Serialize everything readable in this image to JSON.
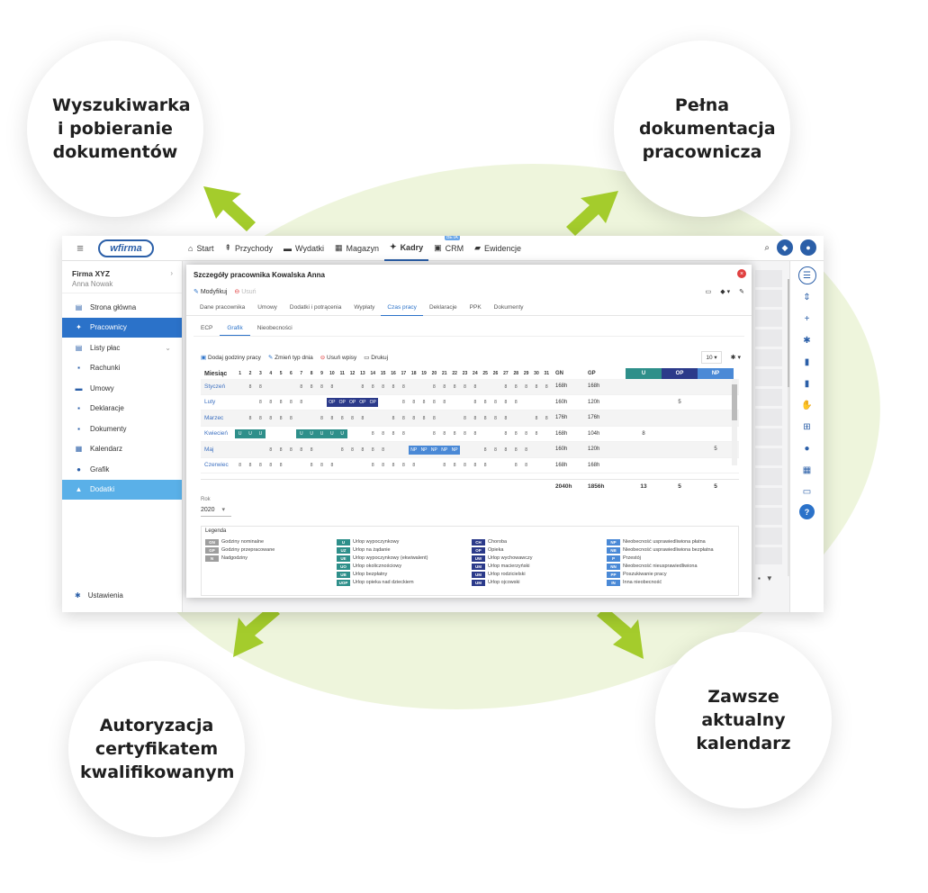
{
  "callouts": {
    "top_left": "Wyszukiwarka i pobieranie dokumentów",
    "top_right": "Pełna dokumentacja pracownicza",
    "bottom_left": "Autoryzacja certyfikatem kwalifikowanym",
    "bottom_right": "Zawsze aktualny kalendarz"
  },
  "colors": {
    "accent": "#2b72c9",
    "arrow": "#a4cc2c",
    "blob": "#eef5dc",
    "teal": "#2e8f8a",
    "navy": "#2b3a8a",
    "blue": "#4a89d6",
    "gray": "#9e9e9e"
  },
  "app": {
    "logo": "wfirma",
    "nav": [
      {
        "label": "Start",
        "icon": "home-icon",
        "glyph": "⌂"
      },
      {
        "label": "Przychody",
        "icon": "income-icon",
        "glyph": "⇞"
      },
      {
        "label": "Wydatki",
        "icon": "wallet-icon",
        "glyph": "▬"
      },
      {
        "label": "Magazyn",
        "icon": "warehouse-icon",
        "glyph": "▦"
      },
      {
        "label": "Kadry",
        "icon": "users-icon",
        "glyph": "✦"
      },
      {
        "label": "CRM",
        "icon": "crm-icon",
        "glyph": "▣",
        "badge": "BETA"
      },
      {
        "label": "Ewidencje",
        "icon": "folder-icon",
        "glyph": "▰"
      }
    ],
    "sidebar": {
      "company": "Firma XYZ",
      "user": "Anna Nowak",
      "items": [
        {
          "label": "Strona główna",
          "icon": "home-icon",
          "glyph": "▤"
        },
        {
          "label": "Pracownicy",
          "icon": "users-icon",
          "glyph": "✦"
        },
        {
          "label": "Listy płac",
          "icon": "payroll-icon",
          "glyph": "▤"
        },
        {
          "label": "Rachunki",
          "icon": "bill-icon",
          "glyph": "▪"
        },
        {
          "label": "Umowy",
          "icon": "contract-icon",
          "glyph": "▬"
        },
        {
          "label": "Deklaracje",
          "icon": "declaration-icon",
          "glyph": "▪"
        },
        {
          "label": "Dokumenty",
          "icon": "documents-icon",
          "glyph": "▪"
        },
        {
          "label": "Kalendarz",
          "icon": "calendar-icon",
          "glyph": "▦"
        },
        {
          "label": "Grafik",
          "icon": "clock-icon",
          "glyph": "●"
        },
        {
          "label": "Dodatki",
          "icon": "gift-icon",
          "glyph": "▲"
        }
      ],
      "settings": "Ustawienia"
    },
    "modal": {
      "title": "Szczegóły pracownika Kowalska Anna",
      "modify": "Modyfikuj",
      "delete": "Usuń",
      "tabs": [
        "Dane pracownika",
        "Umowy",
        "Dodatki i potrącenia",
        "Wypłaty",
        "Czas pracy",
        "Deklaracje",
        "PPK",
        "Dokumenty"
      ],
      "subtabs": [
        "ECP",
        "Grafik",
        "Nieobecności"
      ],
      "toolbar": {
        "add": "Dodaj godziny pracy",
        "change": "Zmień typ dnia",
        "remove": "Usuń wpisy",
        "print": "Drukuj"
      },
      "per_page": "10",
      "grid": {
        "month_header": "Miesiąc",
        "cols": [
          "GN",
          "GP",
          "U",
          "OP",
          "NP"
        ],
        "days": [
          1,
          2,
          3,
          4,
          5,
          6,
          7,
          8,
          9,
          10,
          11,
          12,
          13,
          14,
          15,
          16,
          17,
          18,
          19,
          20,
          21,
          22,
          23,
          24,
          25,
          26,
          27,
          28,
          29,
          30,
          31
        ],
        "rows": [
          {
            "month": "Styczeń",
            "gn": "168h",
            "gp": "168h",
            "u": "",
            "op": "",
            "np": "",
            "cells": [
              "",
              "8",
              "8",
              "",
              "",
              "",
              "8",
              "8",
              "8",
              "8",
              "",
              "",
              "8",
              "8",
              "8",
              "8",
              "8",
              "",
              "",
              "8",
              "8",
              "8",
              "8",
              "8",
              "",
              "",
              "8",
              "8",
              "8",
              "8",
              "8"
            ]
          },
          {
            "month": "Luty",
            "gn": "160h",
            "gp": "120h",
            "u": "",
            "op": "5",
            "np": "",
            "cells": [
              "",
              "",
              "8",
              "8",
              "8",
              "8",
              "8",
              "",
              "",
              "OP",
              "OP",
              "OP",
              "OP",
              "OP",
              "",
              "",
              "8",
              "8",
              "8",
              "8",
              "8",
              "",
              "",
              "8",
              "8",
              "8",
              "8",
              "8",
              "",
              "",
              ""
            ]
          },
          {
            "month": "Marzec",
            "gn": "176h",
            "gp": "176h",
            "u": "",
            "op": "",
            "np": "",
            "cells": [
              "",
              "8",
              "8",
              "8",
              "8",
              "8",
              "",
              "",
              "8",
              "8",
              "8",
              "8",
              "8",
              "",
              "",
              "8",
              "8",
              "8",
              "8",
              "8",
              "",
              "",
              "8",
              "8",
              "8",
              "8",
              "8",
              "",
              "",
              "8",
              "8"
            ]
          },
          {
            "month": "Kwiecień",
            "gn": "168h",
            "gp": "104h",
            "u": "8",
            "op": "",
            "np": "",
            "cells": [
              "U",
              "U",
              "U",
              "",
              "",
              "",
              "U",
              "U",
              "U",
              "U",
              "U",
              "",
              "",
              "8",
              "8",
              "8",
              "8",
              "",
              "",
              "8",
              "8",
              "8",
              "8",
              "8",
              "",
              "",
              "8",
              "8",
              "8",
              "8",
              ""
            ]
          },
          {
            "month": "Maj",
            "gn": "160h",
            "gp": "120h",
            "u": "",
            "op": "",
            "np": "5",
            "cells": [
              "",
              "",
              "",
              "8",
              "8",
              "8",
              "8",
              "8",
              "",
              "",
              "8",
              "8",
              "8",
              "8",
              "8",
              "",
              "",
              "NP",
              "NP",
              "NP",
              "NP",
              "NP",
              "",
              "",
              "8",
              "8",
              "8",
              "8",
              "8",
              "",
              ""
            ]
          },
          {
            "month": "Czerwiec",
            "gn": "168h",
            "gp": "168h",
            "u": "",
            "op": "",
            "np": "",
            "cells": [
              "8",
              "8",
              "8",
              "8",
              "8",
              "",
              "",
              "8",
              "8",
              "8",
              "",
              "",
              "",
              "8",
              "8",
              "8",
              "8",
              "8",
              "",
              "",
              "8",
              "8",
              "8",
              "8",
              "8",
              "",
              "",
              "8",
              "8",
              "",
              ""
            ]
          }
        ],
        "totals": {
          "gn": "2040h",
          "gp": "1856h",
          "u": "13",
          "op": "5",
          "np": "5"
        }
      },
      "year_label": "Rok",
      "year": "2020",
      "legend": {
        "title": "Legenda",
        "col1": [
          {
            "code": "GN",
            "label": "Godziny nominalne",
            "color": "#9e9e9e"
          },
          {
            "code": "GP",
            "label": "Godziny przepracowane",
            "color": "#9e9e9e"
          },
          {
            "code": "N",
            "label": "Nadgodziny",
            "color": "#9e9e9e"
          }
        ],
        "col2": [
          {
            "code": "U",
            "label": "Urlop wypoczynkowy",
            "color": "#2e8f8a"
          },
          {
            "code": "UZ",
            "label": "Urlop na żądanie",
            "color": "#2e8f8a"
          },
          {
            "code": "UE",
            "label": "Urlop wypoczynkowy (ekwiwalent)",
            "color": "#2e8f8a"
          },
          {
            "code": "UO",
            "label": "Urlop okolicznościowy",
            "color": "#2e8f8a"
          },
          {
            "code": "UB",
            "label": "Urlop bezpłatny",
            "color": "#2e8f8a"
          },
          {
            "code": "UOP",
            "label": "Urlop opieka nad dzieckiem",
            "color": "#2e8f8a"
          }
        ],
        "col3": [
          {
            "code": "CH",
            "label": "Choroba",
            "color": "#2b3a8a"
          },
          {
            "code": "OP",
            "label": "Opieka",
            "color": "#2b3a8a"
          },
          {
            "code": "UW",
            "label": "Urlop wychowawczy",
            "color": "#2b3a8a"
          },
          {
            "code": "UM",
            "label": "Urlop macierzyński",
            "color": "#2b3a8a"
          },
          {
            "code": "UM",
            "label": "Urlop rodzicielski",
            "color": "#2b3a8a"
          },
          {
            "code": "UM",
            "label": "Urlop ojcowski",
            "color": "#2b3a8a"
          }
        ],
        "col4": [
          {
            "code": "NP",
            "label": "Nieobecność usprawiedliwiona płatna",
            "color": "#4a89d6"
          },
          {
            "code": "NB",
            "label": "Nieobecność usprawiedliwiona bezpłatna",
            "color": "#4a89d6"
          },
          {
            "code": "P",
            "label": "Przestój",
            "color": "#4a89d6"
          },
          {
            "code": "NN",
            "label": "Nieobecność nieusprawiedliwiona",
            "color": "#4a89d6"
          },
          {
            "code": "PP",
            "label": "Poszukiwanie pracy",
            "color": "#4a89d6"
          },
          {
            "code": "IN",
            "label": "Inna nieobecność",
            "color": "#4a89d6"
          }
        ]
      }
    }
  }
}
